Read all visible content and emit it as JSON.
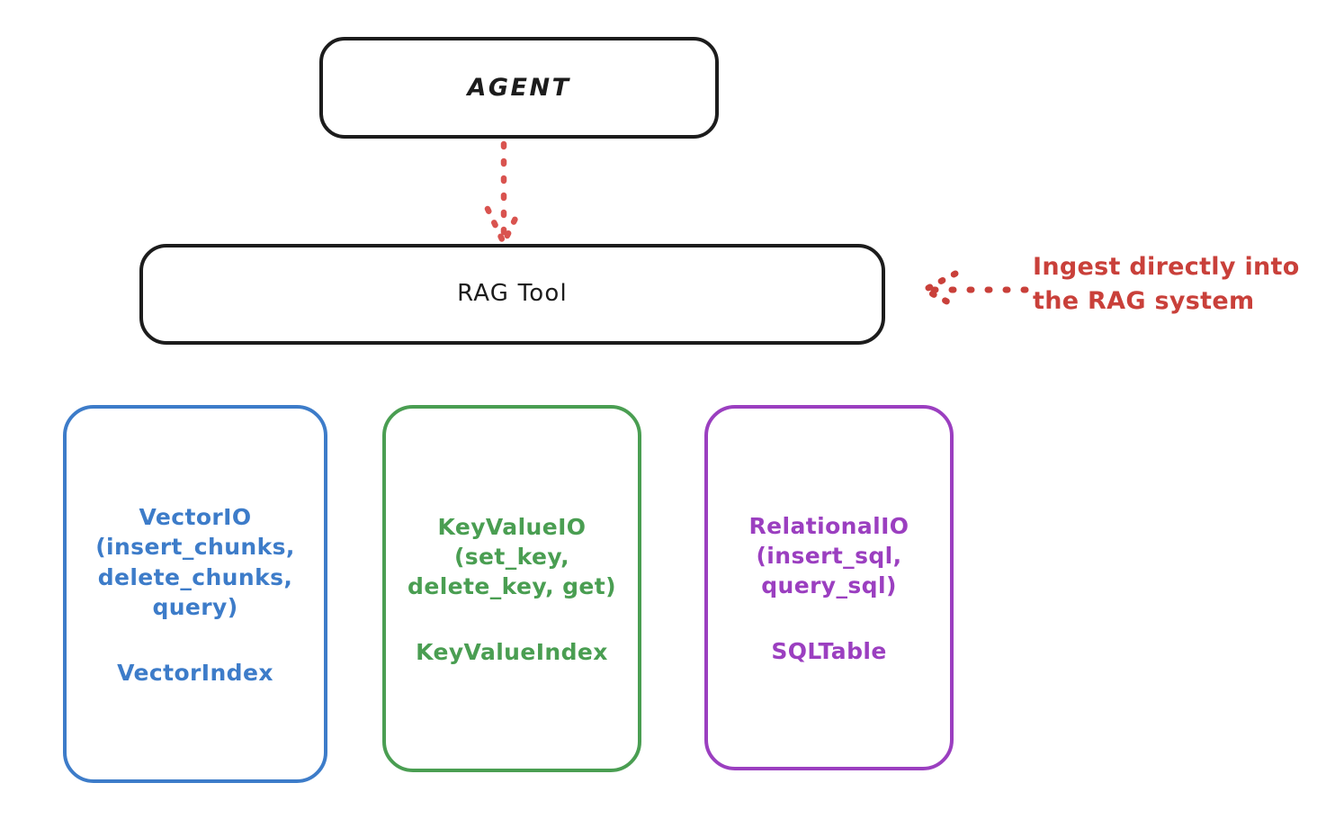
{
  "diagram": {
    "title_nodes": {
      "agent": {
        "label": "AGENT",
        "color": "#1c1c1c"
      },
      "rag_tool": {
        "label": "RAG Tool",
        "color": "#1c1c1c"
      }
    },
    "providers": [
      {
        "name": "vectorio",
        "api_label": "VectorIO\n(insert_chunks,\ndelete_chunks,\nquery)",
        "index_label": "VectorIndex",
        "color": "#3d7cc9"
      },
      {
        "name": "keyvalueio",
        "api_label": "KeyValueIO\n(set_key,\ndelete_key, get)",
        "index_label": "KeyValueIndex",
        "color": "#4a9e52"
      },
      {
        "name": "relationalio",
        "api_label": "RelationalIO\n(insert_sql,\nquery_sql)",
        "index_label": "SQLTable",
        "color": "#9b3fc0"
      }
    ],
    "annotations": {
      "ingest": {
        "text": "Ingest directly into\nthe RAG system",
        "color": "#c9403a"
      }
    },
    "connectors": {
      "agent_to_rag": {
        "style": "dotted",
        "color": "#d9534f",
        "direction": "down"
      },
      "ingest_to_rag": {
        "style": "dotted",
        "color": "#c9403a",
        "direction": "left"
      }
    }
  }
}
